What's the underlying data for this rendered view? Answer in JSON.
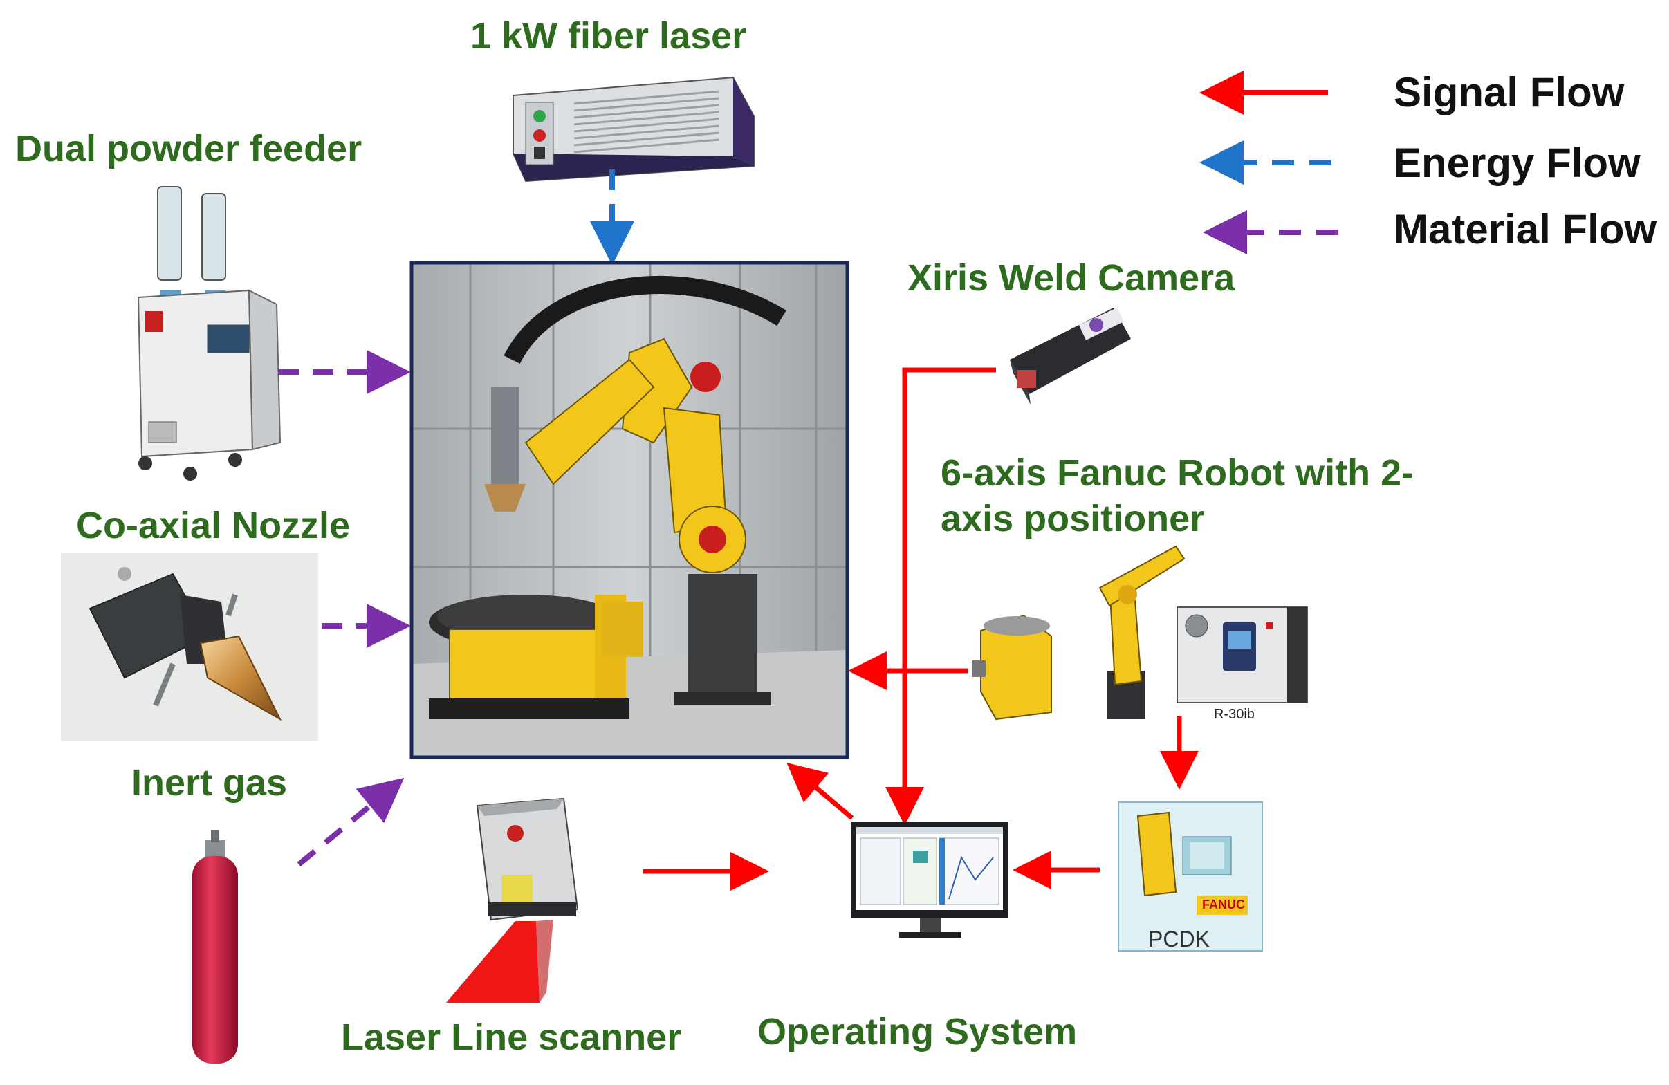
{
  "labels": {
    "fiber_laser": "1 kW fiber laser",
    "powder_feeder": "Dual powder feeder",
    "nozzle": "Co-axial Nozzle",
    "inert_gas": "Inert gas",
    "camera": "Xiris Weld Camera",
    "robot_line1": "6-axis Fanuc Robot with 2-",
    "robot_line2": "axis positioner",
    "controller": "R-30ib",
    "pcdk": "PCDK",
    "fanuc": "FANUC",
    "scanner": "Laser Line scanner",
    "operating_system": "Operating System"
  },
  "legend": {
    "signal": "Signal Flow",
    "energy": "Energy Flow",
    "material": "Material Flow"
  },
  "colors": {
    "label_green": "#2e6b1f",
    "signal": "#ff0000",
    "energy": "#1f74c9",
    "material": "#7b2fa8",
    "cell_border": "#1a2a5a"
  }
}
